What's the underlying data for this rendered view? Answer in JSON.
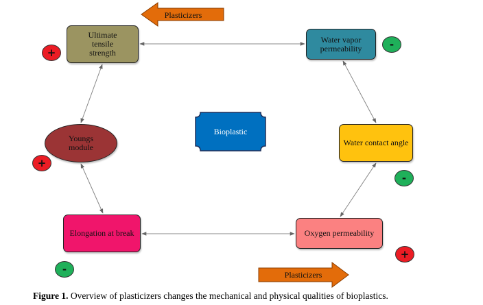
{
  "nodes": {
    "ultimate_tensile_strength": "Ultimate tensile strength",
    "water_vapor_permeability": "Water vapor permeability",
    "water_contact_angle": "Water contact angle",
    "oxygen_permeability": "Oxygen permeability",
    "elongation_at_break": "Elongation at break",
    "youngs_module": "Youngs module",
    "bioplastic": "Bioplastic"
  },
  "arrows": {
    "top_label": "Plasticizers",
    "bottom_label": "Plasticizers",
    "top_direction": "left",
    "bottom_direction": "right"
  },
  "signs": {
    "ultimate_tensile_strength": "+",
    "water_vapor_permeability": "-",
    "water_contact_angle": "-",
    "oxygen_permeability": "+",
    "elongation_at_break": "-",
    "youngs_module": "+"
  },
  "colors": {
    "ultimate_tensile_strength": "#9b9461",
    "water_vapor_permeability": "#2f8a9f",
    "water_contact_angle": "#ffc20e",
    "oxygen_permeability": "#fb8181",
    "elongation_at_break": "#f0156b",
    "youngs_module": "#9b3435",
    "bioplastic": "#0070c0",
    "plasticizer_arrow": "#e36c0a",
    "plus_sign": "#ec1c24",
    "minus_sign": "#1fb05a"
  },
  "caption": {
    "label": "Figure 1.",
    "text": " Overview of plasticizers changes the mechanical and physical qualities of bioplastics."
  }
}
